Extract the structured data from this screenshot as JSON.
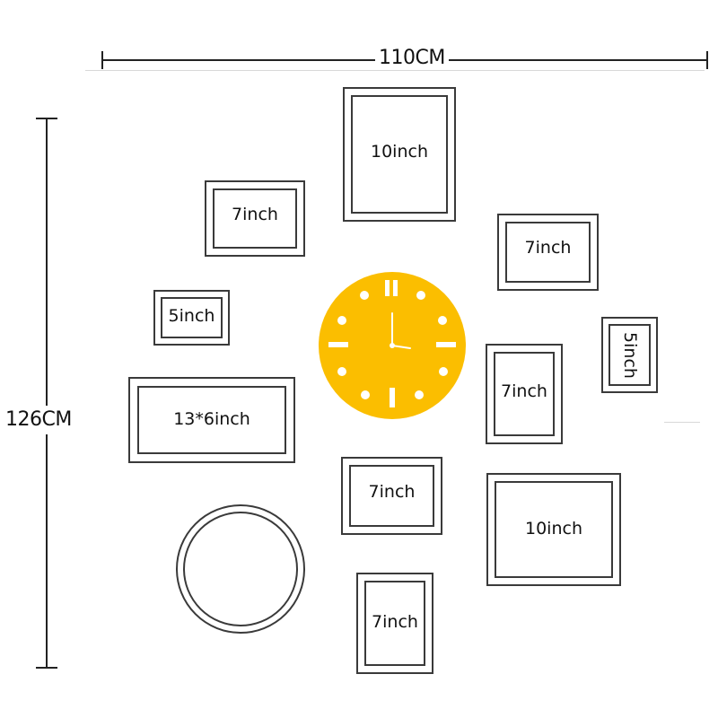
{
  "dimensions": {
    "width_label": "110CM",
    "height_label": "126CM"
  },
  "frames": [
    {
      "id": "frame-10inch-top",
      "label": "10inch"
    },
    {
      "id": "frame-7inch-upper-left",
      "label": "7inch"
    },
    {
      "id": "frame-7inch-upper-right",
      "label": "7inch"
    },
    {
      "id": "frame-5inch-left",
      "label": "5inch"
    },
    {
      "id": "frame-5inch-right",
      "label": "5inch"
    },
    {
      "id": "frame-7inch-right",
      "label": "7inch"
    },
    {
      "id": "frame-13x6inch",
      "label": "13*6inch"
    },
    {
      "id": "frame-7inch-center",
      "label": "7inch"
    },
    {
      "id": "frame-10inch-right",
      "label": "10inch"
    },
    {
      "id": "frame-7inch-bottom",
      "label": "7inch"
    }
  ],
  "clock": {
    "face_color": "#FBBE00",
    "marker_color": "#FFFFFF"
  },
  "colors": {
    "frame_border": "#3A3A3A",
    "background": "#FFFFFF"
  }
}
